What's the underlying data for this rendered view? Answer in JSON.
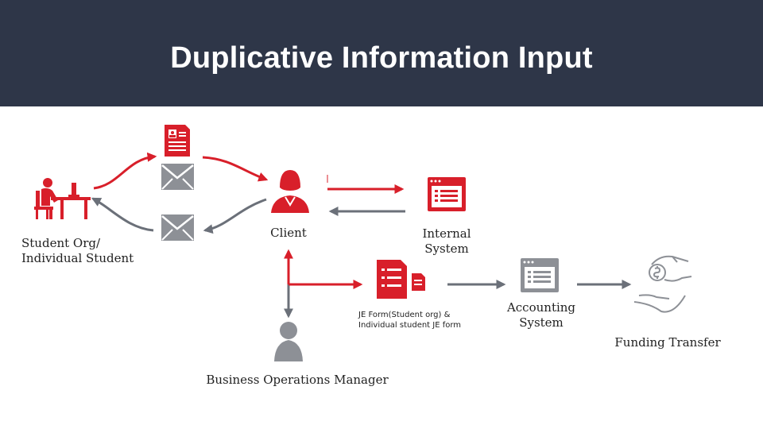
{
  "title": "Duplicative Information Input",
  "nodes": {
    "student_line1": "Student Org/",
    "student_line2": "Individual Student",
    "client": "Client",
    "internal_line1": "Internal",
    "internal_line2": "System",
    "je_line1": "JE Form(Student org) &",
    "je_line2": "Individual student JE form",
    "accounting_line1": "Accounting",
    "accounting_line2": "System",
    "funding": "Funding Transfer",
    "bom": "Business Operations Manager"
  },
  "colors": {
    "header_bg": "#2e3648",
    "accent_red": "#d81f2a",
    "gray": "#6b7079",
    "icon_gray": "#8d9096"
  },
  "icons": [
    "student-at-desk-icon",
    "document-icon",
    "envelope-icon",
    "client-woman-icon",
    "browser-window-icon",
    "je-form-icon",
    "money-hands-icon",
    "person-icon"
  ]
}
